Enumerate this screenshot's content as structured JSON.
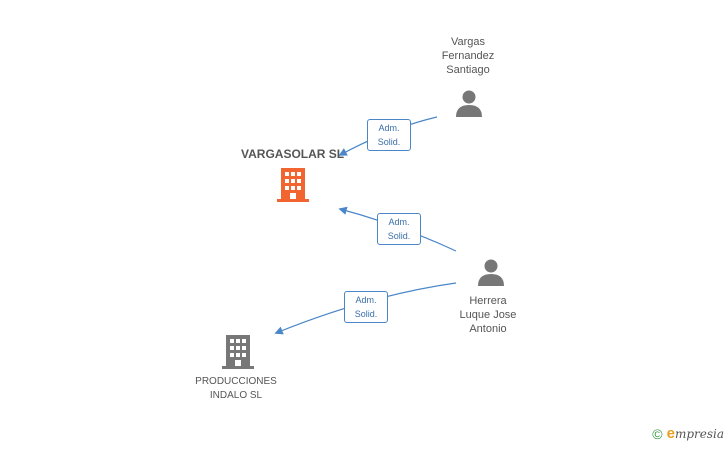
{
  "nodes": {
    "vargasolar": {
      "label": "VARGASOLAR SL",
      "color": "#f26430"
    },
    "producciones": {
      "label": "PRODUCCIONES\nINDALO SL",
      "color": "#777777"
    },
    "vargas": {
      "label": "Vargas\nFernandez\nSantiago",
      "color": "#777777"
    },
    "herrera": {
      "label": "Herrera\nLuque Jose\nAntonio",
      "color": "#777777"
    }
  },
  "edges": [
    {
      "label": "Adm.\nSolid."
    },
    {
      "label": "Adm.\nSolid."
    },
    {
      "label": "Adm.\nSolid."
    }
  ],
  "footer": {
    "copyright": "©",
    "brand_initial": "e",
    "brand_rest": "mpresia"
  },
  "colors": {
    "edge": "#4a86c8"
  }
}
